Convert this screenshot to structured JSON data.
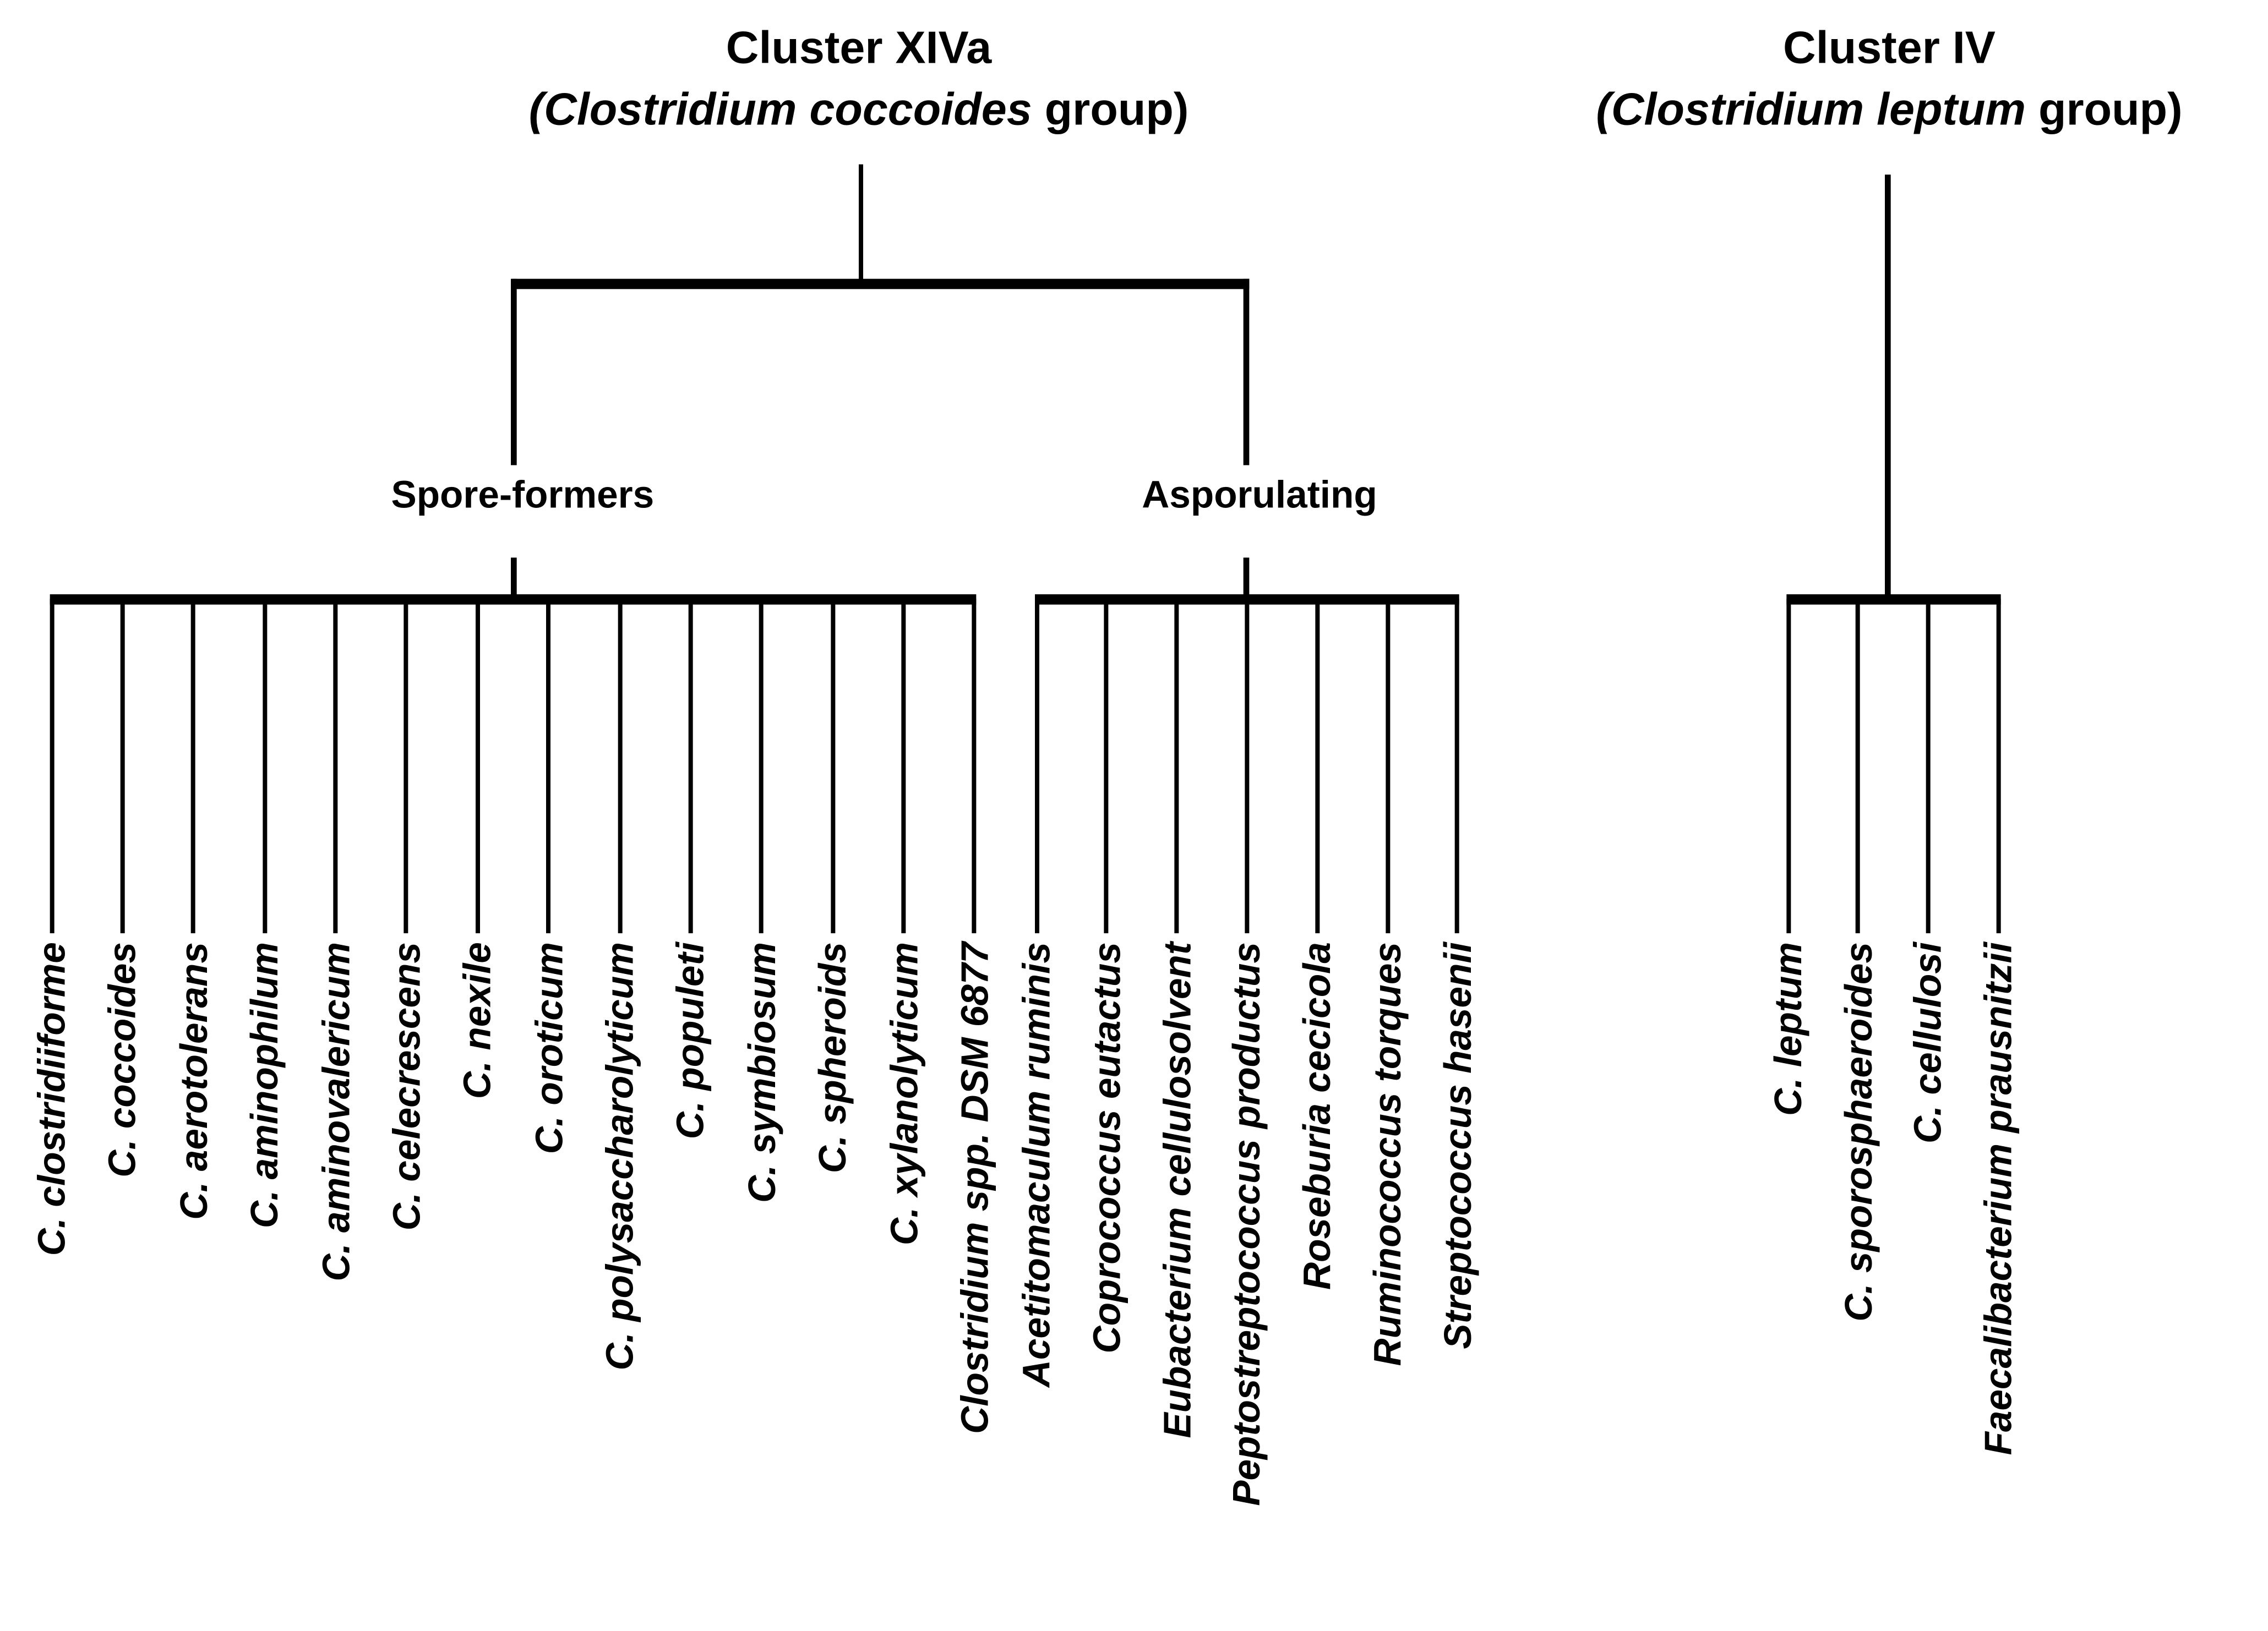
{
  "figure": {
    "background": "#ffffff",
    "line_color": "#000000"
  },
  "clusters": [
    {
      "title_line1": "Cluster XIVa",
      "title_line2_italic": "(Clostridium coccoides",
      "title_line2_rest": " group)",
      "branches": [
        {
          "label": "Spore-formers",
          "leaves": [
            "C. clostridiiforme",
            "C. coccoides",
            "C. aerotolerans",
            "C. aminophilum",
            "C. aminovalericum",
            "C. celecrescens",
            "C. nexile",
            "C. oroticum",
            "C. polysaccharolyticum",
            "C. populeti",
            "C. symbiosum",
            "C. spheroids",
            "C. xylanolyticum",
            "Clostridium spp. DSM 6877"
          ]
        },
        {
          "label": "Asporulating",
          "leaves": [
            "Acetitomaculum ruminis",
            "Coprococcus eutactus",
            "Eubacterium cellulosolvent",
            "Peptostreptococcus productus",
            "Roseburia cecicola",
            "Ruminococcus torques",
            "Streptococcus hasenii"
          ]
        }
      ]
    },
    {
      "title_line1": "Cluster IV",
      "title_line2_italic": "(Clostridium leptum",
      "title_line2_rest": " group)",
      "branches": [
        {
          "label": "",
          "leaves": [
            "C. leptum",
            "C. sporosphaeroides",
            "C. cellulosi",
            "Faecalibacterium prausnitzii"
          ]
        }
      ]
    }
  ]
}
